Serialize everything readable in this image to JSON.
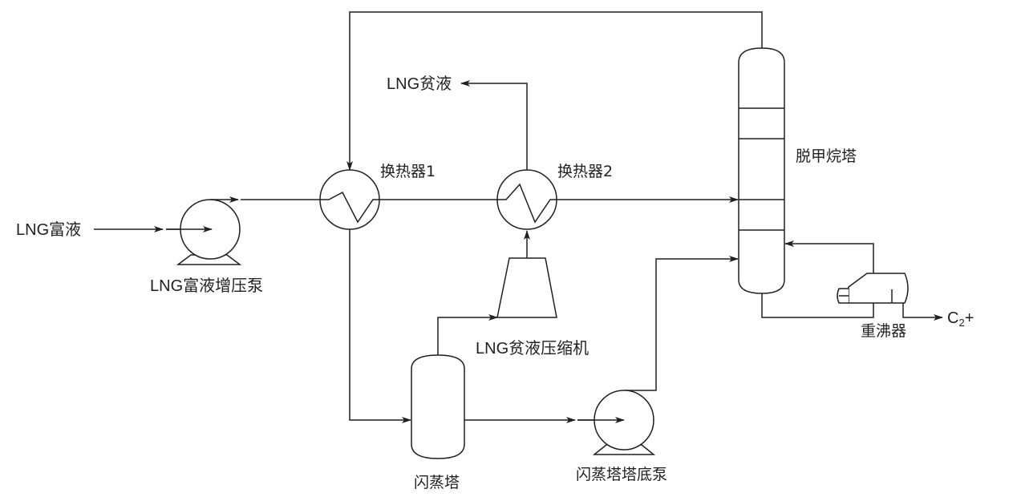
{
  "diagram": {
    "type": "process-flow-diagram",
    "colors": {
      "line": "#231f20",
      "background": "#ffffff"
    },
    "labels": {
      "feed": "LNG富液",
      "feed_pump": "LNG富液增压泵",
      "hx1": "换热器1",
      "hx2": "换热器2",
      "lean_out": "LNG贫液",
      "compressor": "LNG贫液压缩机",
      "flash_drum": "闪蒸塔",
      "flash_pump": "闪蒸塔塔底泵",
      "demethanizer": "脱甲烷塔",
      "reboiler": "重沸器",
      "product_main": "C",
      "product_sub": "2",
      "product_suffix": "+"
    },
    "equipment": [
      {
        "id": "feed_pump",
        "kind": "centrifugal-pump"
      },
      {
        "id": "hx1",
        "kind": "heat-exchanger"
      },
      {
        "id": "hx2",
        "kind": "heat-exchanger"
      },
      {
        "id": "compressor",
        "kind": "compressor"
      },
      {
        "id": "flash_drum",
        "kind": "vessel"
      },
      {
        "id": "flash_pump",
        "kind": "centrifugal-pump"
      },
      {
        "id": "demethanizer",
        "kind": "column"
      },
      {
        "id": "reboiler",
        "kind": "kettle-reboiler"
      }
    ],
    "streams": [
      {
        "from": "feed",
        "to": "feed_pump"
      },
      {
        "from": "feed_pump",
        "to": "hx1"
      },
      {
        "from": "hx1",
        "to": "hx2"
      },
      {
        "from": "hx2",
        "to": "demethanizer"
      },
      {
        "from": "demethanizer",
        "to": "hx1",
        "note": "overhead"
      },
      {
        "from": "hx1",
        "to": "flash_drum"
      },
      {
        "from": "flash_drum",
        "to": "compressor",
        "note": "vapor"
      },
      {
        "from": "compressor",
        "to": "hx2"
      },
      {
        "from": "hx2",
        "to": "lean_out"
      },
      {
        "from": "flash_drum",
        "to": "flash_pump",
        "note": "liquid"
      },
      {
        "from": "flash_pump",
        "to": "demethanizer"
      },
      {
        "from": "demethanizer",
        "to": "reboiler",
        "note": "bottoms"
      },
      {
        "from": "reboiler",
        "to": "demethanizer",
        "note": "vapor return"
      },
      {
        "from": "reboiler",
        "to": "product"
      }
    ]
  }
}
